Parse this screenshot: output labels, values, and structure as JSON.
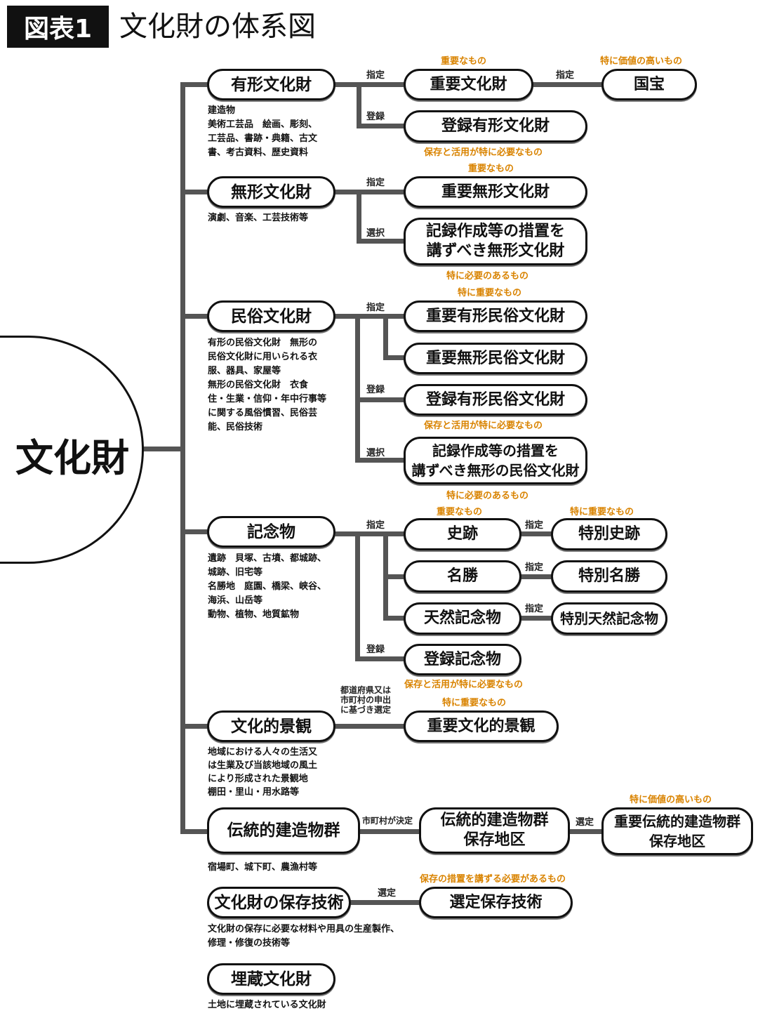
{
  "header": {
    "tag": "図表1",
    "title": "文化財の体系図"
  },
  "root": "文化財",
  "categories": {
    "tangible": {
      "label": "有形文化財",
      "desc": "建造物\n美術工芸品　絵画、彫刻、\n工芸品、書跡・典籍、古文\n書、考古資料、歴史資料"
    },
    "intangible": {
      "label": "無形文化財",
      "desc": "演劇、音楽、工芸技術等"
    },
    "folk": {
      "label": "民俗文化財",
      "desc": "有形の民俗文化財　無形の\n民俗文化財に用いられる衣\n服、器具、家屋等\n無形の民俗文化財　衣食\n住・生業・信仰・年中行事等\nに関する風俗慣習、民俗芸\n能、民俗技術"
    },
    "monument": {
      "label": "記念物",
      "desc": "遺跡　貝塚、古墳、都城跡、\n城跡、旧宅等\n名勝地　庭園、橋梁、峡谷、\n海浜、山岳等\n動物、植物、地質鉱物"
    },
    "landscape": {
      "label": "文化的景観",
      "desc": "地域における人々の生活又\nは生業及び当該地域の風土\nにより形成された景観地\n棚田・里山・用水路等"
    },
    "district": {
      "label": "伝統的建造物群",
      "desc": "宿場町、城下町、農漁村等"
    },
    "technique": {
      "label": "文化財の保存技術",
      "desc": "文化財の保存に必要な材料や用具の生産製作、\n修理・修復の技術等"
    },
    "buried": {
      "label": "埋蔵文化財",
      "desc": "土地に埋蔵されている文化財"
    }
  },
  "nodes": {
    "important_property": {
      "label": "重要文化財",
      "note": "重要なもの"
    },
    "national_treasure": {
      "label": "国宝",
      "note": "特に価値の高いもの"
    },
    "registered_tangible": {
      "label": "登録有形文化財",
      "note": "保存と活用が特に必要なもの"
    },
    "important_intangible": {
      "label": "重要無形文化財",
      "note": "重要なもの"
    },
    "record_intangible": {
      "label": "記録作成等の措置を\n講ずべき無形文化財",
      "note": "特に必要のあるもの"
    },
    "important_tangible_folk": {
      "label": "重要有形民俗文化財",
      "note": "特に重要なもの"
    },
    "important_intangible_folk": {
      "label": "重要無形民俗文化財"
    },
    "registered_tangible_folk": {
      "label": "登録有形民俗文化財",
      "note": "保存と活用が特に必要なもの"
    },
    "record_intangible_folk": {
      "label": "記録作成等の措置を\n講ずべき無形の民俗文化財",
      "note": "特に必要のあるもの"
    },
    "historic_site": {
      "label": "史跡",
      "note": "重要なもの"
    },
    "special_historic_site": {
      "label": "特別史跡",
      "note": "特に重要なもの"
    },
    "scenic_beauty": {
      "label": "名勝"
    },
    "special_scenic_beauty": {
      "label": "特別名勝"
    },
    "natural_monument": {
      "label": "天然記念物"
    },
    "special_natural_monument": {
      "label": "特別天然記念物"
    },
    "registered_monument": {
      "label": "登録記念物",
      "note": "保存と活用が特に必要なもの"
    },
    "important_landscape": {
      "label": "重要文化的景観",
      "note": "特に重要なもの"
    },
    "preservation_district": {
      "label": "伝統的建造物群\n保存地区"
    },
    "important_district": {
      "label": "重要伝統的建造物群\n保存地区",
      "note": "特に価値の高いもの"
    },
    "selected_technique": {
      "label": "選定保存技術",
      "note": "保存の措置を講ずる必要があるもの"
    }
  },
  "relations": {
    "designate": "指定",
    "register": "登録",
    "select": "選択",
    "choose": "選定",
    "municipal": "市町村が決定",
    "landscape": "都道府県又は\n市町村の申出\nに基づき選定"
  }
}
